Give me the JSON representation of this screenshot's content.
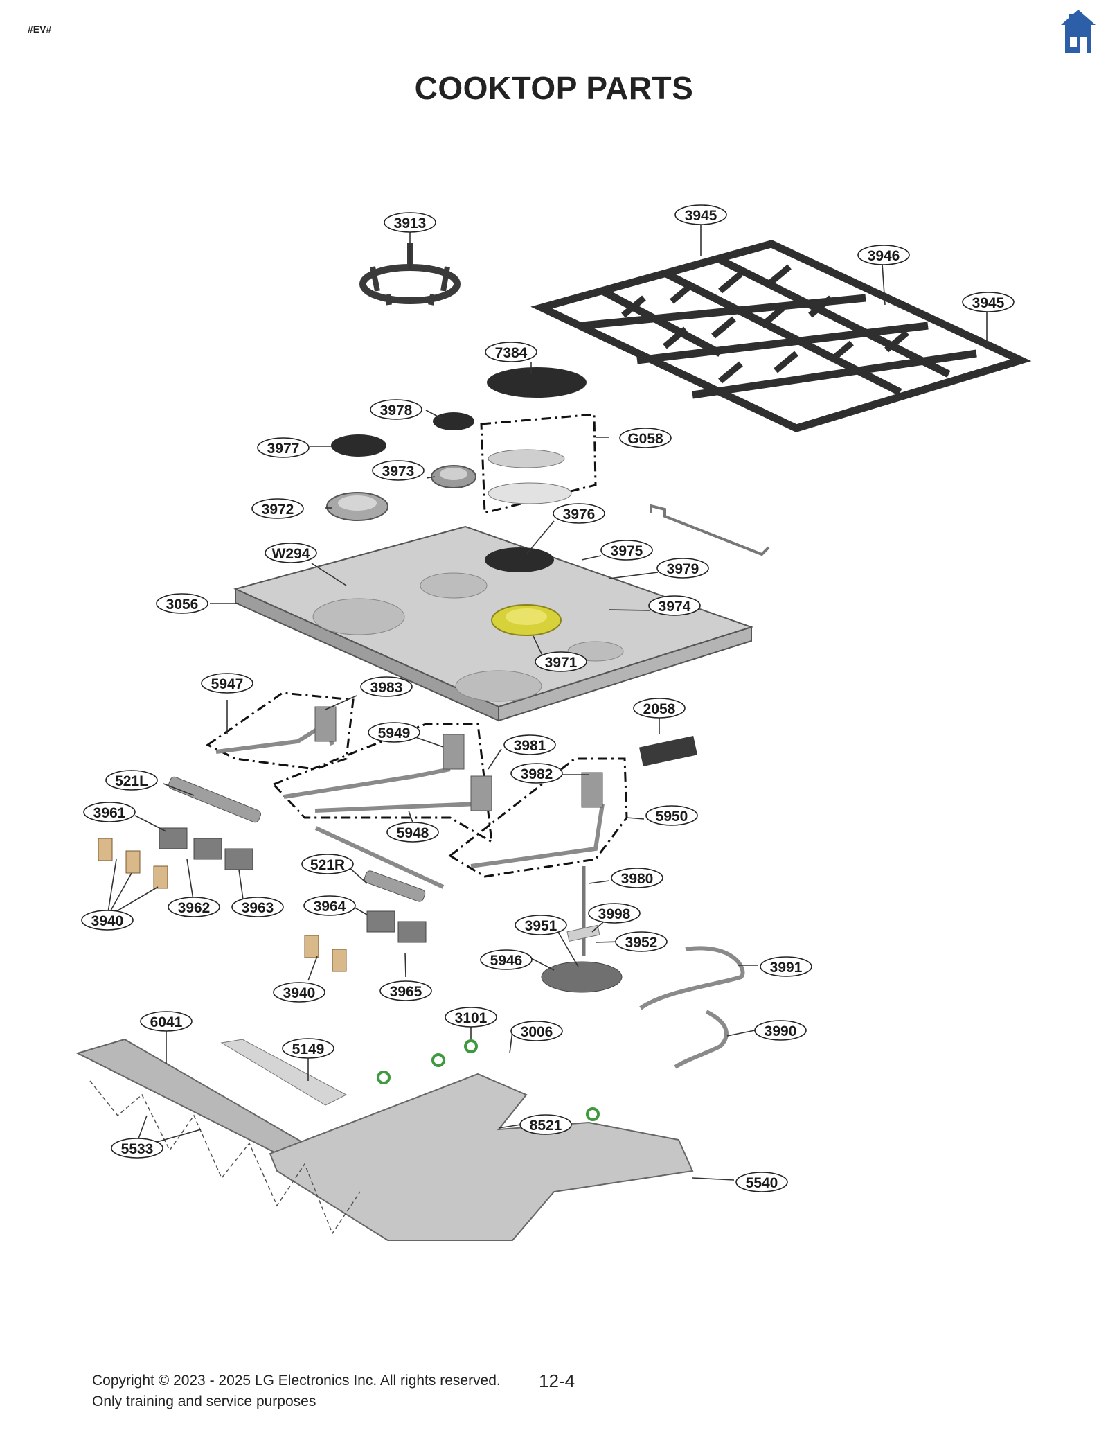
{
  "header": {
    "tag": "#EV#",
    "title": "COOKTOP PARTS",
    "home_icon": "home-icon"
  },
  "colors": {
    "home_icon": "#2d5fa8",
    "highlight_part": "#d8d23a",
    "grate": "#3a3a3a",
    "metal": "#c8c8c8"
  },
  "parts": [
    {
      "label": "3913"
    },
    {
      "label": "3945"
    },
    {
      "label": "3946"
    },
    {
      "label": "3945"
    },
    {
      "label": "7384"
    },
    {
      "label": "3978"
    },
    {
      "label": "G058"
    },
    {
      "label": "3977"
    },
    {
      "label": "3973"
    },
    {
      "label": "3972"
    },
    {
      "label": "3976"
    },
    {
      "label": "W294"
    },
    {
      "label": "3975"
    },
    {
      "label": "3979"
    },
    {
      "label": "3056"
    },
    {
      "label": "3974"
    },
    {
      "label": "3971"
    },
    {
      "label": "5947"
    },
    {
      "label": "3983"
    },
    {
      "label": "2058"
    },
    {
      "label": "5949"
    },
    {
      "label": "3981"
    },
    {
      "label": "3982"
    },
    {
      "label": "521L"
    },
    {
      "label": "3961"
    },
    {
      "label": "5950"
    },
    {
      "label": "5948"
    },
    {
      "label": "521R"
    },
    {
      "label": "3980"
    },
    {
      "label": "3962"
    },
    {
      "label": "3963"
    },
    {
      "label": "3940"
    },
    {
      "label": "3964"
    },
    {
      "label": "3998"
    },
    {
      "label": "3951"
    },
    {
      "label": "3952"
    },
    {
      "label": "5946"
    },
    {
      "label": "3991"
    },
    {
      "label": "3940"
    },
    {
      "label": "3965"
    },
    {
      "label": "6041"
    },
    {
      "label": "3101"
    },
    {
      "label": "3006"
    },
    {
      "label": "5149"
    },
    {
      "label": "3990"
    },
    {
      "label": "8521"
    },
    {
      "label": "5533"
    },
    {
      "label": "5540"
    }
  ],
  "footer": {
    "copyright": "Copyright © 2023 - 2025 LG Electronics Inc. All rights reserved.",
    "note": "Only training and service purposes",
    "page": "12-4"
  }
}
